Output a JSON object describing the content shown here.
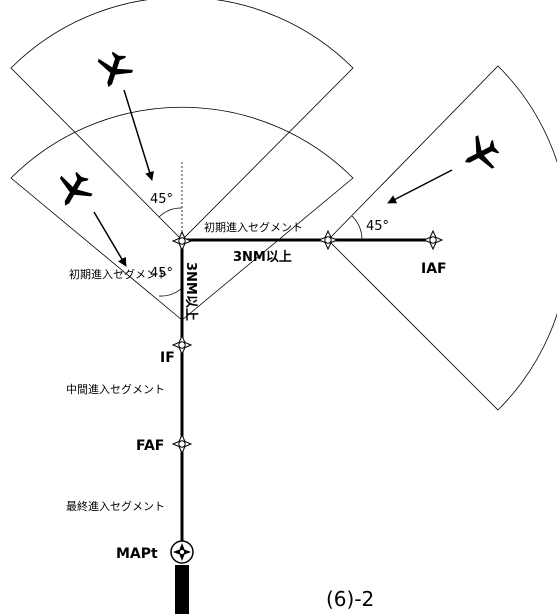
{
  "labels": {
    "angle_upper": "45°",
    "angle_right": "45°",
    "angle_left": "45°",
    "initial_segment_top": "初期進入セグメント",
    "distance_horizontal": "3NM以上",
    "distance_vertical": "3NM以上",
    "iaf": "IAF",
    "initial_segment_left": "初期進入セグメント",
    "if": "IF",
    "intermediate_segment": "中間進入セグメント",
    "faf": "FAF",
    "final_segment": "最終進入セグメント",
    "mapt": "MAPt",
    "figure_number": "(6)-2"
  },
  "colors": {
    "ink": "#000000",
    "background": "#ffffff"
  },
  "icons": [
    "airplane-icon",
    "fix-symbol",
    "mapt-symbol"
  ]
}
